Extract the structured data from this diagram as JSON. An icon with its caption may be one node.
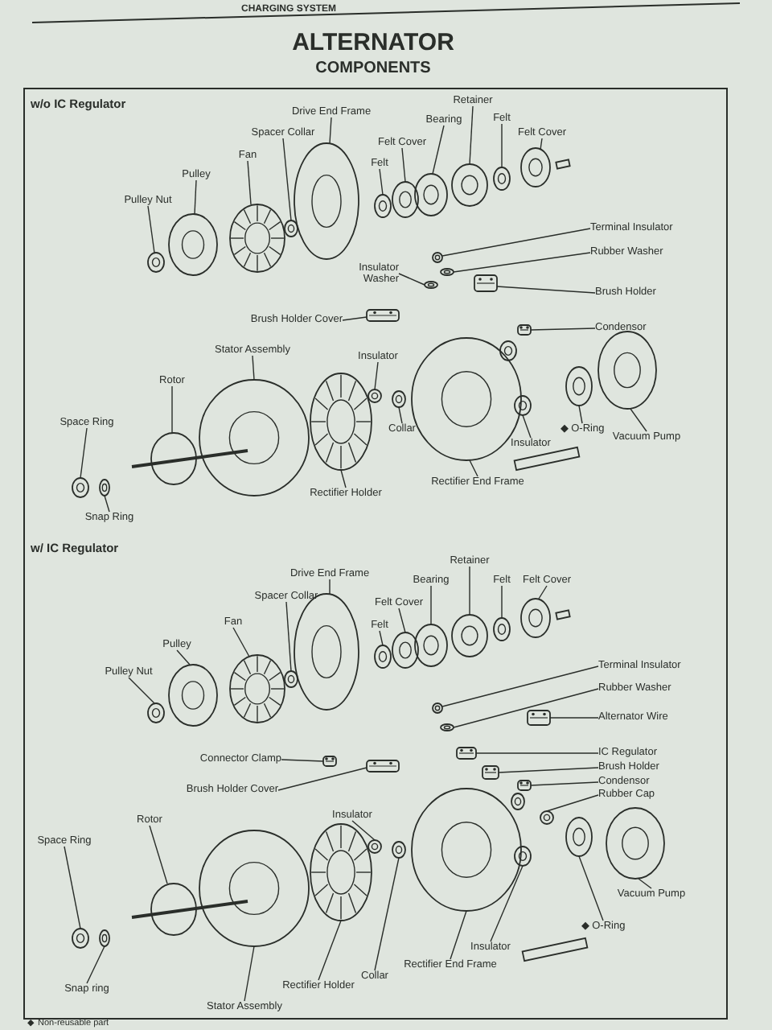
{
  "diagram": {
    "title": "ALTERNATOR",
    "nodes": [
      {
        "text": [
          "Pulley Nut"
        ]
      },
      {
        "text": [
          "Pulley"
        ]
      },
      {
        "text": [
          "Fan"
        ]
      },
      {
        "text": [
          "Spacer Collar"
        ]
      },
      {
        "text": [
          "Drive End Frame"
        ]
      },
      {
        "text": [
          "Felt"
        ]
      },
      {
        "text": [
          "Felt Cover"
        ]
      },
      {
        "text": [
          "Bearing"
        ]
      },
      {
        "text": [
          "Retainer"
        ]
      },
      {
        "text": [
          "Felt"
        ]
      },
      {
        "text": [
          "Felt Cover"
        ]
      },
      {
        "text": [
          "Terminal Insulator"
        ]
      },
      {
        "text": [
          "Insulator Washer"
        ]
      },
      {
        "text": [
          "Rubber Washer"
        ]
      },
      {
        "text": [
          "Brush Holder"
        ]
      },
      {
        "text": [
          "Brush Holder Cover"
        ]
      },
      {
        "text": [
          "Condensor"
        ]
      },
      {
        "text": [
          "Stator Assembly"
        ]
      },
      {
        "text": [
          "Insulator"
        ]
      },
      {
        "text": [
          "Rotor"
        ]
      },
      {
        "text": [
          "Collar"
        ]
      },
      {
        "text": [
          "Space Ring"
        ]
      },
      {
        "text": [
          "◆ O-Ring"
        ]
      },
      {
        "text": [
          "Vacuum Pump"
        ]
      },
      {
        "text": [
          "Insulator"
        ]
      },
      {
        "text": [
          "Snap Ring"
        ]
      },
      {
        "text": [
          "Rectifier Holder"
        ]
      },
      {
        "text": [
          "Rectifier End Frame"
        ]
      },
      {
        "text": [
          "Drive End Frame"
        ]
      },
      {
        "text": [
          "Spacer Collar"
        ]
      },
      {
        "text": [
          "Fan"
        ]
      },
      {
        "text": [
          "Retainer"
        ]
      },
      {
        "text": [
          "Bearing"
        ]
      },
      {
        "text": [
          "Felt Cover"
        ]
      },
      {
        "text": [
          "Felt"
        ]
      },
      {
        "text": [
          "Felt"
        ]
      },
      {
        "text": [
          "Felt Cover"
        ]
      },
      {
        "text": [
          "Pulley"
        ]
      },
      {
        "text": [
          "Pulley Nut"
        ]
      },
      {
        "text": [
          "Terminal Insulator"
        ]
      },
      {
        "text": [
          "Rubber Washer"
        ]
      },
      {
        "text": [
          "Alternator Wire"
        ]
      },
      {
        "text": [
          "Connector Clamp"
        ]
      },
      {
        "text": [
          "IC Regulator"
        ]
      },
      {
        "text": [
          "Brush Holder"
        ]
      },
      {
        "text": [
          "Condensor"
        ]
      },
      {
        "text": [
          "Rubber Cap"
        ]
      },
      {
        "text": [
          "Brush Holder Cover"
        ]
      },
      {
        "text": [
          "Insulator"
        ]
      },
      {
        "text": [
          "Rotor"
        ]
      },
      {
        "text": [
          "Space Ring"
        ]
      },
      {
        "text": [
          "Vacuum Pump"
        ]
      },
      {
        "text": [
          "◆ O-Ring"
        ]
      },
      {
        "text": [
          "Insulator"
        ]
      },
      {
        "text": [
          "Rectifier End Frame"
        ]
      },
      {
        "text": [
          "Collar"
        ]
      },
      {
        "text": [
          "Snap ring"
        ]
      },
      {
        "text": [
          "Rectifier Holder"
        ]
      },
      {
        "text": [
          "Stator Assembly"
        ]
      },
      {
        "text": [],
        "shape": "picture"
      },
      {
        "text": [],
        "shape": "picture"
      },
      {
        "text": [],
        "shape": "picture"
      },
      {
        "text": [],
        "shape": "picture"
      },
      {
        "text": [],
        "shape": "picture"
      },
      {
        "text": [],
        "shape": "picture"
      },
      {
        "text": [],
        "shape": "picture"
      },
      {
        "text": [],
        "shape": "picture"
      },
      {
        "text": [],
        "shape": "picture"
      },
      {
        "text": [],
        "shape": "picture"
      },
      {
        "text": [],
        "shape": "picture"
      },
      {
        "text": [],
        "shape": "picture"
      },
      {
        "text": [],
        "shape": "picture"
      },
      {
        "text": [],
        "shape": "picture"
      },
      {
        "text": [],
        "shape": "picture"
      },
      {
        "text": [],
        "shape": "picture"
      },
      {
        "text": [],
        "shape": "picture"
      },
      {
        "text": [],
        "shape": "picture"
      },
      {
        "text": [],
        "shape": "picture"
      },
      {
        "text": [],
        "shape": "picture"
      },
      {
        "text": [],
        "shape": "picture"
      },
      {
        "text": [],
        "shape": "picture"
      },
      {
        "text": [],
        "shape": "picture"
      },
      {
        "text": [],
        "shape": "picture"
      },
      {
        "text": [],
        "shape": "picture"
      },
      {
        "text": [],
        "shape": "picture"
      },
      {
        "text": [],
        "shape": "picture"
      },
      {
        "text": [],
        "shape": "picture"
      },
      {
        "text": [],
        "shape": "picture"
      },
      {
        "text": [],
        "shape": "picture"
      },
      {
        "text": [],
        "shape": "picture"
      },
      {
        "text": [],
        "shape": "picture"
      },
      {
        "text": [],
        "shape": "picture"
      },
      {
        "text": [],
        "shape": "picture"
      },
      {
        "text": [],
        "shape": "picture"
      },
      {
        "text": [],
        "shape": "picture"
      },
      {
        "text": [],
        "shape": "picture"
      },
      {
        "text": [],
        "shape": "picture"
      },
      {
        "text": [],
        "shape": "picture"
      },
      {
        "text": [],
        "shape": "picture"
      },
      {
        "text": [],
        "shape": "picture"
      },
      {
        "text": [],
        "shape": "picture"
      },
      {
        "text": [],
        "shape": "picture"
      },
      {
        "text": [],
        "shape": "picture"
      },
      {
        "text": [],
        "shape": "picture"
      },
      {
        "text": [],
        "shape": "picture"
      },
      {
        "text": [],
        "shape": "picture"
      },
      {
        "text": [],
        "shape": "picture"
      },
      {
        "text": [],
        "shape": "picture"
      },
      {
        "text": [],
        "shape": "picture"
      },
      {
        "text": [],
        "shape": "picture"
      },
      {
        "text": [],
        "shape": "picture"
      },
      {
        "text": [],
        "shape": "picture"
      },
      {
        "text": [],
        "shape": "picture"
      },
      {
        "text": [],
        "shape": "picture"
      },
      {
        "text": [],
        "shape": "picture"
      },
      {
        "text": [],
        "shape": "picture"
      },
      {
        "text": [],
        "shape": "picture"
      },
      {
        "text": [],
        "shape": "picture"
      }
    ],
    "edges": [
      {
        "from": 0,
        "to": 59,
        "arrow": "none"
      },
      {
        "from": 1,
        "to": 60,
        "arrow": "none"
      },
      {
        "from": 2,
        "to": 61,
        "arrow": "none"
      },
      {
        "from": 3,
        "to": 62,
        "arrow": "none"
      },
      {
        "from": 4,
        "to": 63,
        "arrow": "none"
      },
      {
        "from": 5,
        "to": 64,
        "arrow": "none"
      },
      {
        "from": 6,
        "to": 65,
        "arrow": "none"
      },
      {
        "from": 7,
        "to": 66,
        "arrow": "none"
      },
      {
        "from": 8,
        "to": 67,
        "arrow": "none"
      },
      {
        "from": 9,
        "to": 68,
        "arrow": "none"
      },
      {
        "from": 10,
        "to": 69,
        "arrow": "none"
      },
      {
        "from": 11,
        "to": 70,
        "arrow": "none"
      },
      {
        "from": 12,
        "to": 71,
        "arrow": "none"
      },
      {
        "from": 13,
        "to": 72,
        "arrow": "none"
      },
      {
        "from": 14,
        "to": 73,
        "arrow": "none"
      },
      {
        "from": 15,
        "to": 74,
        "arrow": "none"
      },
      {
        "from": 16,
        "to": 75,
        "arrow": "none"
      },
      {
        "from": 17,
        "to": 76,
        "arrow": "none"
      },
      {
        "from": 18,
        "to": 77,
        "arrow": "none"
      },
      {
        "from": 19,
        "to": 78,
        "arrow": "none"
      },
      {
        "from": 20,
        "to": 79,
        "arrow": "none"
      },
      {
        "from": 21,
        "to": 80,
        "arrow": "none"
      },
      {
        "from": 22,
        "to": 81,
        "arrow": "none"
      },
      {
        "from": 23,
        "to": 82,
        "arrow": "none"
      },
      {
        "from": 24,
        "to": 83,
        "arrow": "none"
      },
      {
        "from": 25,
        "to": 84,
        "arrow": "none"
      },
      {
        "from": 26,
        "to": 85,
        "arrow": "none"
      },
      {
        "from": 27,
        "to": 86,
        "arrow": "none"
      },
      {
        "from": 28,
        "to": 87,
        "arrow": "none"
      },
      {
        "from": 29,
        "to": 88,
        "arrow": "none"
      },
      {
        "from": 30,
        "to": 89,
        "arrow": "none"
      },
      {
        "from": 31,
        "to": 90,
        "arrow": "none"
      },
      {
        "from": 32,
        "to": 91,
        "arrow": "none"
      },
      {
        "from": 33,
        "to": 92,
        "arrow": "none"
      },
      {
        "from": 34,
        "to": 93,
        "arrow": "none"
      },
      {
        "from": 35,
        "to": 94,
        "arrow": "none"
      },
      {
        "from": 36,
        "to": 95,
        "arrow": "none"
      },
      {
        "from": 37,
        "to": 96,
        "arrow": "none"
      },
      {
        "from": 38,
        "to": 97,
        "arrow": "none"
      },
      {
        "from": 39,
        "to": 98,
        "arrow": "none"
      },
      {
        "from": 40,
        "to": 99,
        "arrow": "none"
      },
      {
        "from": 41,
        "to": 100,
        "arrow": "none"
      },
      {
        "from": 42,
        "to": 101,
        "arrow": "none"
      },
      {
        "from": 43,
        "to": 102,
        "arrow": "none"
      },
      {
        "from": 44,
        "to": 103,
        "arrow": "none"
      },
      {
        "from": 45,
        "to": 104,
        "arrow": "none"
      },
      {
        "from": 46,
        "to": 105,
        "arrow": "none"
      },
      {
        "from": 47,
        "to": 106,
        "arrow": "none"
      },
      {
        "from": 48,
        "to": 107,
        "arrow": "none"
      },
      {
        "from": 49,
        "to": 108,
        "arrow": "none"
      },
      {
        "from": 50,
        "to": 109,
        "arrow": "none"
      },
      {
        "from": 51,
        "to": 110,
        "arrow": "none"
      },
      {
        "from": 52,
        "to": 111,
        "arrow": "none"
      },
      {
        "from": 53,
        "to": 112,
        "arrow": "none"
      },
      {
        "from": 54,
        "to": 113,
        "arrow": "none"
      },
      {
        "from": 55,
        "to": 114,
        "arrow": "none"
      },
      {
        "from": 56,
        "to": 115,
        "arrow": "none"
      },
      {
        "from": 57,
        "to": 116,
        "arrow": "none"
      },
      {
        "from": 58,
        "to": 117,
        "arrow": "none"
      }
    ],
    "labels": [
      "CHARGING SYSTEM",
      "COMPONENTS",
      "w/o IC Regulator",
      "w/ IC Regulator",
      "◆ Non-reusable part"
    ]
  }
}
